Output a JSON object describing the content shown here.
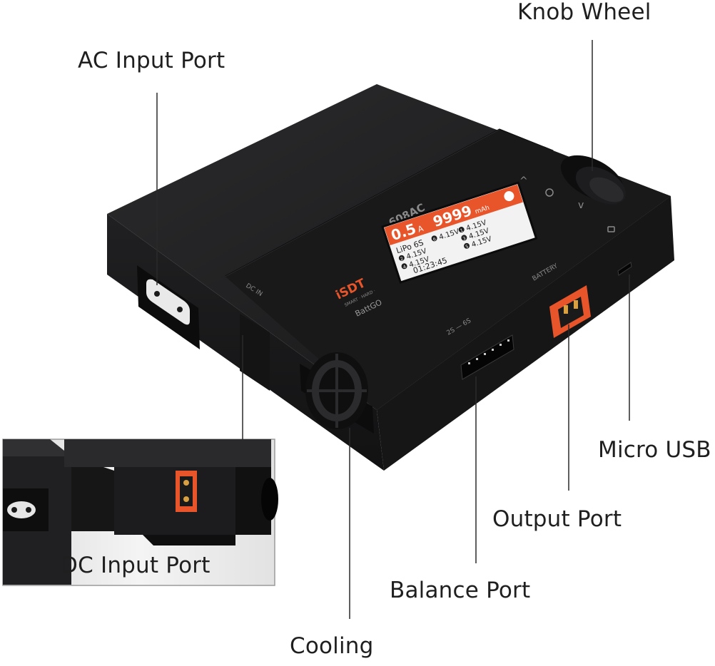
{
  "callouts": {
    "ac_input": "AC Input Port",
    "knob": "Knob Wheel",
    "micro_usb": "Micro USB",
    "output": "Output Port",
    "dc_input": "DC Input Port",
    "balance": "Balance Port",
    "cooling": "Cooling"
  },
  "device": {
    "model": "608AC",
    "brand": "iSDT",
    "brand_sub": "SMART · HARD ·",
    "brand_series": "BattGO",
    "dc_in": "DC IN",
    "battery": "BATTERY",
    "balance_port_label": "2S — 6S",
    "screen": {
      "current": "0.5",
      "current_unit": "A",
      "capacity": "9999",
      "capacity_unit": "mAh",
      "battery_type": "LiPo 6S",
      "time": "01:23:45",
      "cells": [
        {
          "num": "1",
          "voltage": "4.15V"
        },
        {
          "num": "2",
          "voltage": "4.15V"
        },
        {
          "num": "3",
          "voltage": "4.15V"
        },
        {
          "num": "4",
          "voltage": "4.15V"
        },
        {
          "num": "5",
          "voltage": "4.15V"
        },
        {
          "num": "6",
          "voltage": "4.15V"
        }
      ]
    }
  },
  "colors": {
    "accent": "#e8552a",
    "body": "#1c1c1e",
    "leader": "#2a2a2a"
  }
}
